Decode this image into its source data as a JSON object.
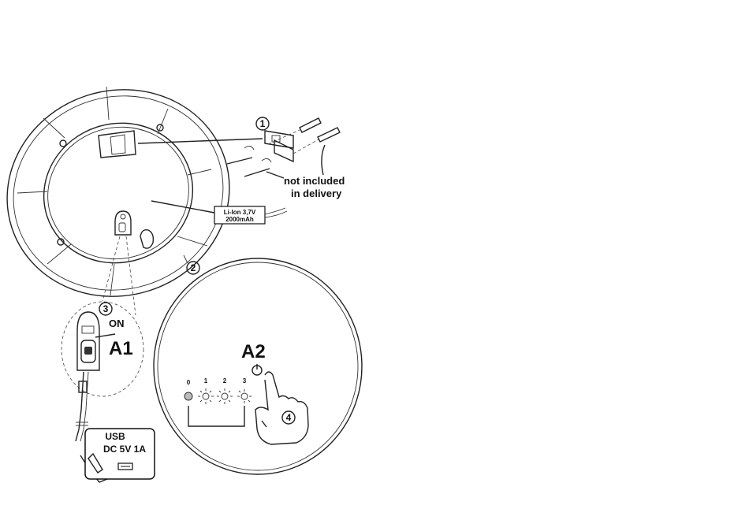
{
  "steps": [
    "1",
    "2",
    "3",
    "4"
  ],
  "note": {
    "line1": "not included",
    "line2": "in delivery"
  },
  "battery": {
    "line1": "Li-Ion 3,7V",
    "line2": "2000mAh"
  },
  "switch": {
    "on_label": "ON",
    "ref": "A1"
  },
  "button": {
    "ref": "A2"
  },
  "levels": [
    "0",
    "1",
    "2",
    "3"
  ],
  "usb": {
    "line1": "USB",
    "line2": "DC 5V 1A"
  }
}
